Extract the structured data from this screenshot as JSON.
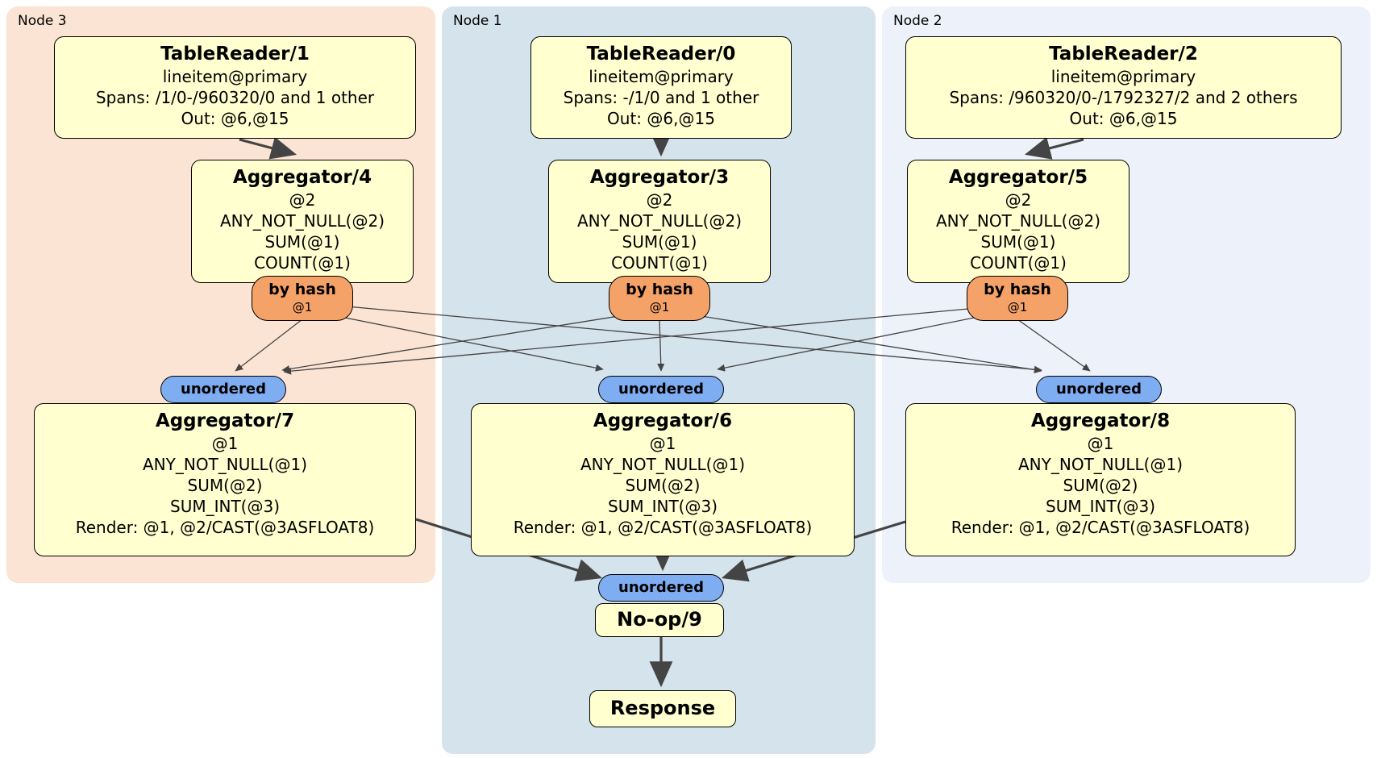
{
  "regions": [
    {
      "label": "Node 3",
      "bg": "#fce4d4"
    },
    {
      "label": "Node 1",
      "bg": "#d5e3ec"
    },
    {
      "label": "Node 2",
      "bg": "#edf2fa"
    }
  ],
  "processors": {
    "tr1": {
      "title": "TableReader/1",
      "lines": [
        "lineitem@primary",
        "Spans: /1/0-/960320/0 and 1 other",
        "Out: @6,@15"
      ]
    },
    "tr0": {
      "title": "TableReader/0",
      "lines": [
        "lineitem@primary",
        "Spans: -/1/0 and 1 other",
        "Out: @6,@15"
      ]
    },
    "tr2": {
      "title": "TableReader/2",
      "lines": [
        "lineitem@primary",
        "Spans: /960320/0-/1792327/2 and 2 others",
        "Out: @6,@15"
      ]
    },
    "agg4": {
      "title": "Aggregator/4",
      "lines": [
        "@2",
        "ANY_NOT_NULL(@2)",
        "SUM(@1)",
        "COUNT(@1)"
      ]
    },
    "agg3": {
      "title": "Aggregator/3",
      "lines": [
        "@2",
        "ANY_NOT_NULL(@2)",
        "SUM(@1)",
        "COUNT(@1)"
      ]
    },
    "agg5": {
      "title": "Aggregator/5",
      "lines": [
        "@2",
        "ANY_NOT_NULL(@2)",
        "SUM(@1)",
        "COUNT(@1)"
      ]
    },
    "agg7": {
      "title": "Aggregator/7",
      "lines": [
        "@1",
        "ANY_NOT_NULL(@1)",
        "SUM(@2)",
        "SUM_INT(@3)",
        "Render: @1, @2/CAST(@3ASFLOAT8)"
      ]
    },
    "agg6": {
      "title": "Aggregator/6",
      "lines": [
        "@1",
        "ANY_NOT_NULL(@1)",
        "SUM(@2)",
        "SUM_INT(@3)",
        "Render: @1, @2/CAST(@3ASFLOAT8)"
      ]
    },
    "agg8": {
      "title": "Aggregator/8",
      "lines": [
        "@1",
        "ANY_NOT_NULL(@1)",
        "SUM(@2)",
        "SUM_INT(@3)",
        "Render: @1, @2/CAST(@3ASFLOAT8)"
      ]
    },
    "noop": {
      "title": "No-op/9"
    },
    "response": {
      "title": "Response"
    }
  },
  "routers": {
    "hash_label": "by hash",
    "hash_detail": "@1",
    "sync_label": "unordered"
  },
  "colors": {
    "box_fill": "#ffffd0",
    "hash_fill": "#f5a269",
    "sync_fill": "#7fadf2",
    "node3_bg": "#fce4d4",
    "node1_bg": "#d5e3ec",
    "node2_bg": "#edf2fa",
    "edge": "#444444"
  }
}
